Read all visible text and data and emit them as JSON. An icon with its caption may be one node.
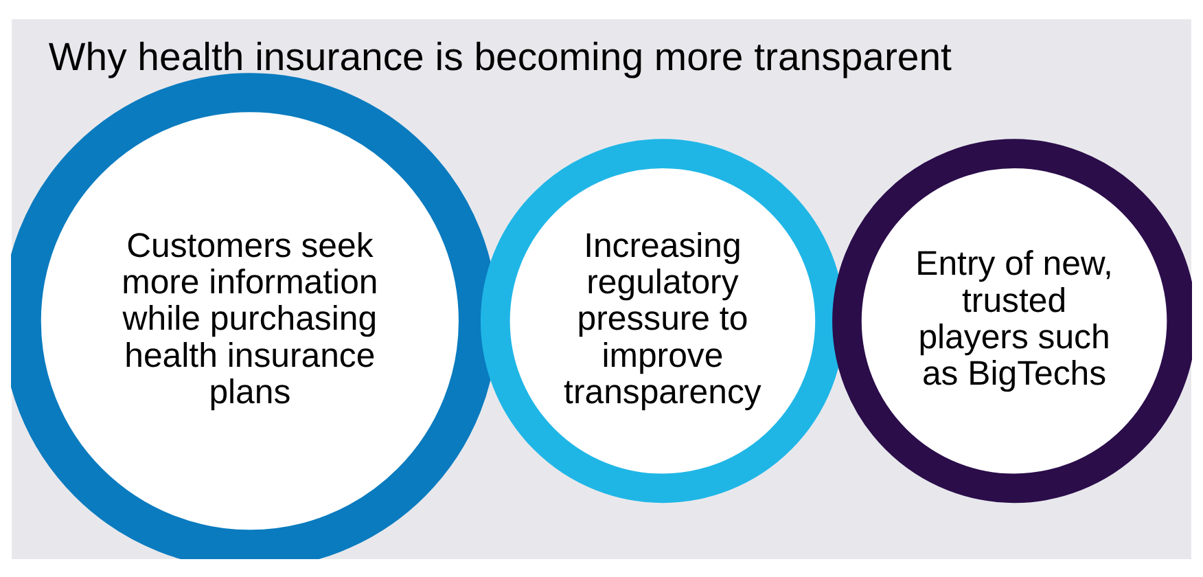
{
  "diagram": {
    "title": "Why health insurance is becoming more transparent",
    "nodes": [
      {
        "text": [
          "Customers seek more information while purchasing health insurance plans"
        ]
      },
      {
        "text": [
          "Increasing regulatory pressure to improve transparency"
        ]
      },
      {
        "text": [
          "Entry of new, trusted players such as BigTechs"
        ]
      }
    ]
  }
}
